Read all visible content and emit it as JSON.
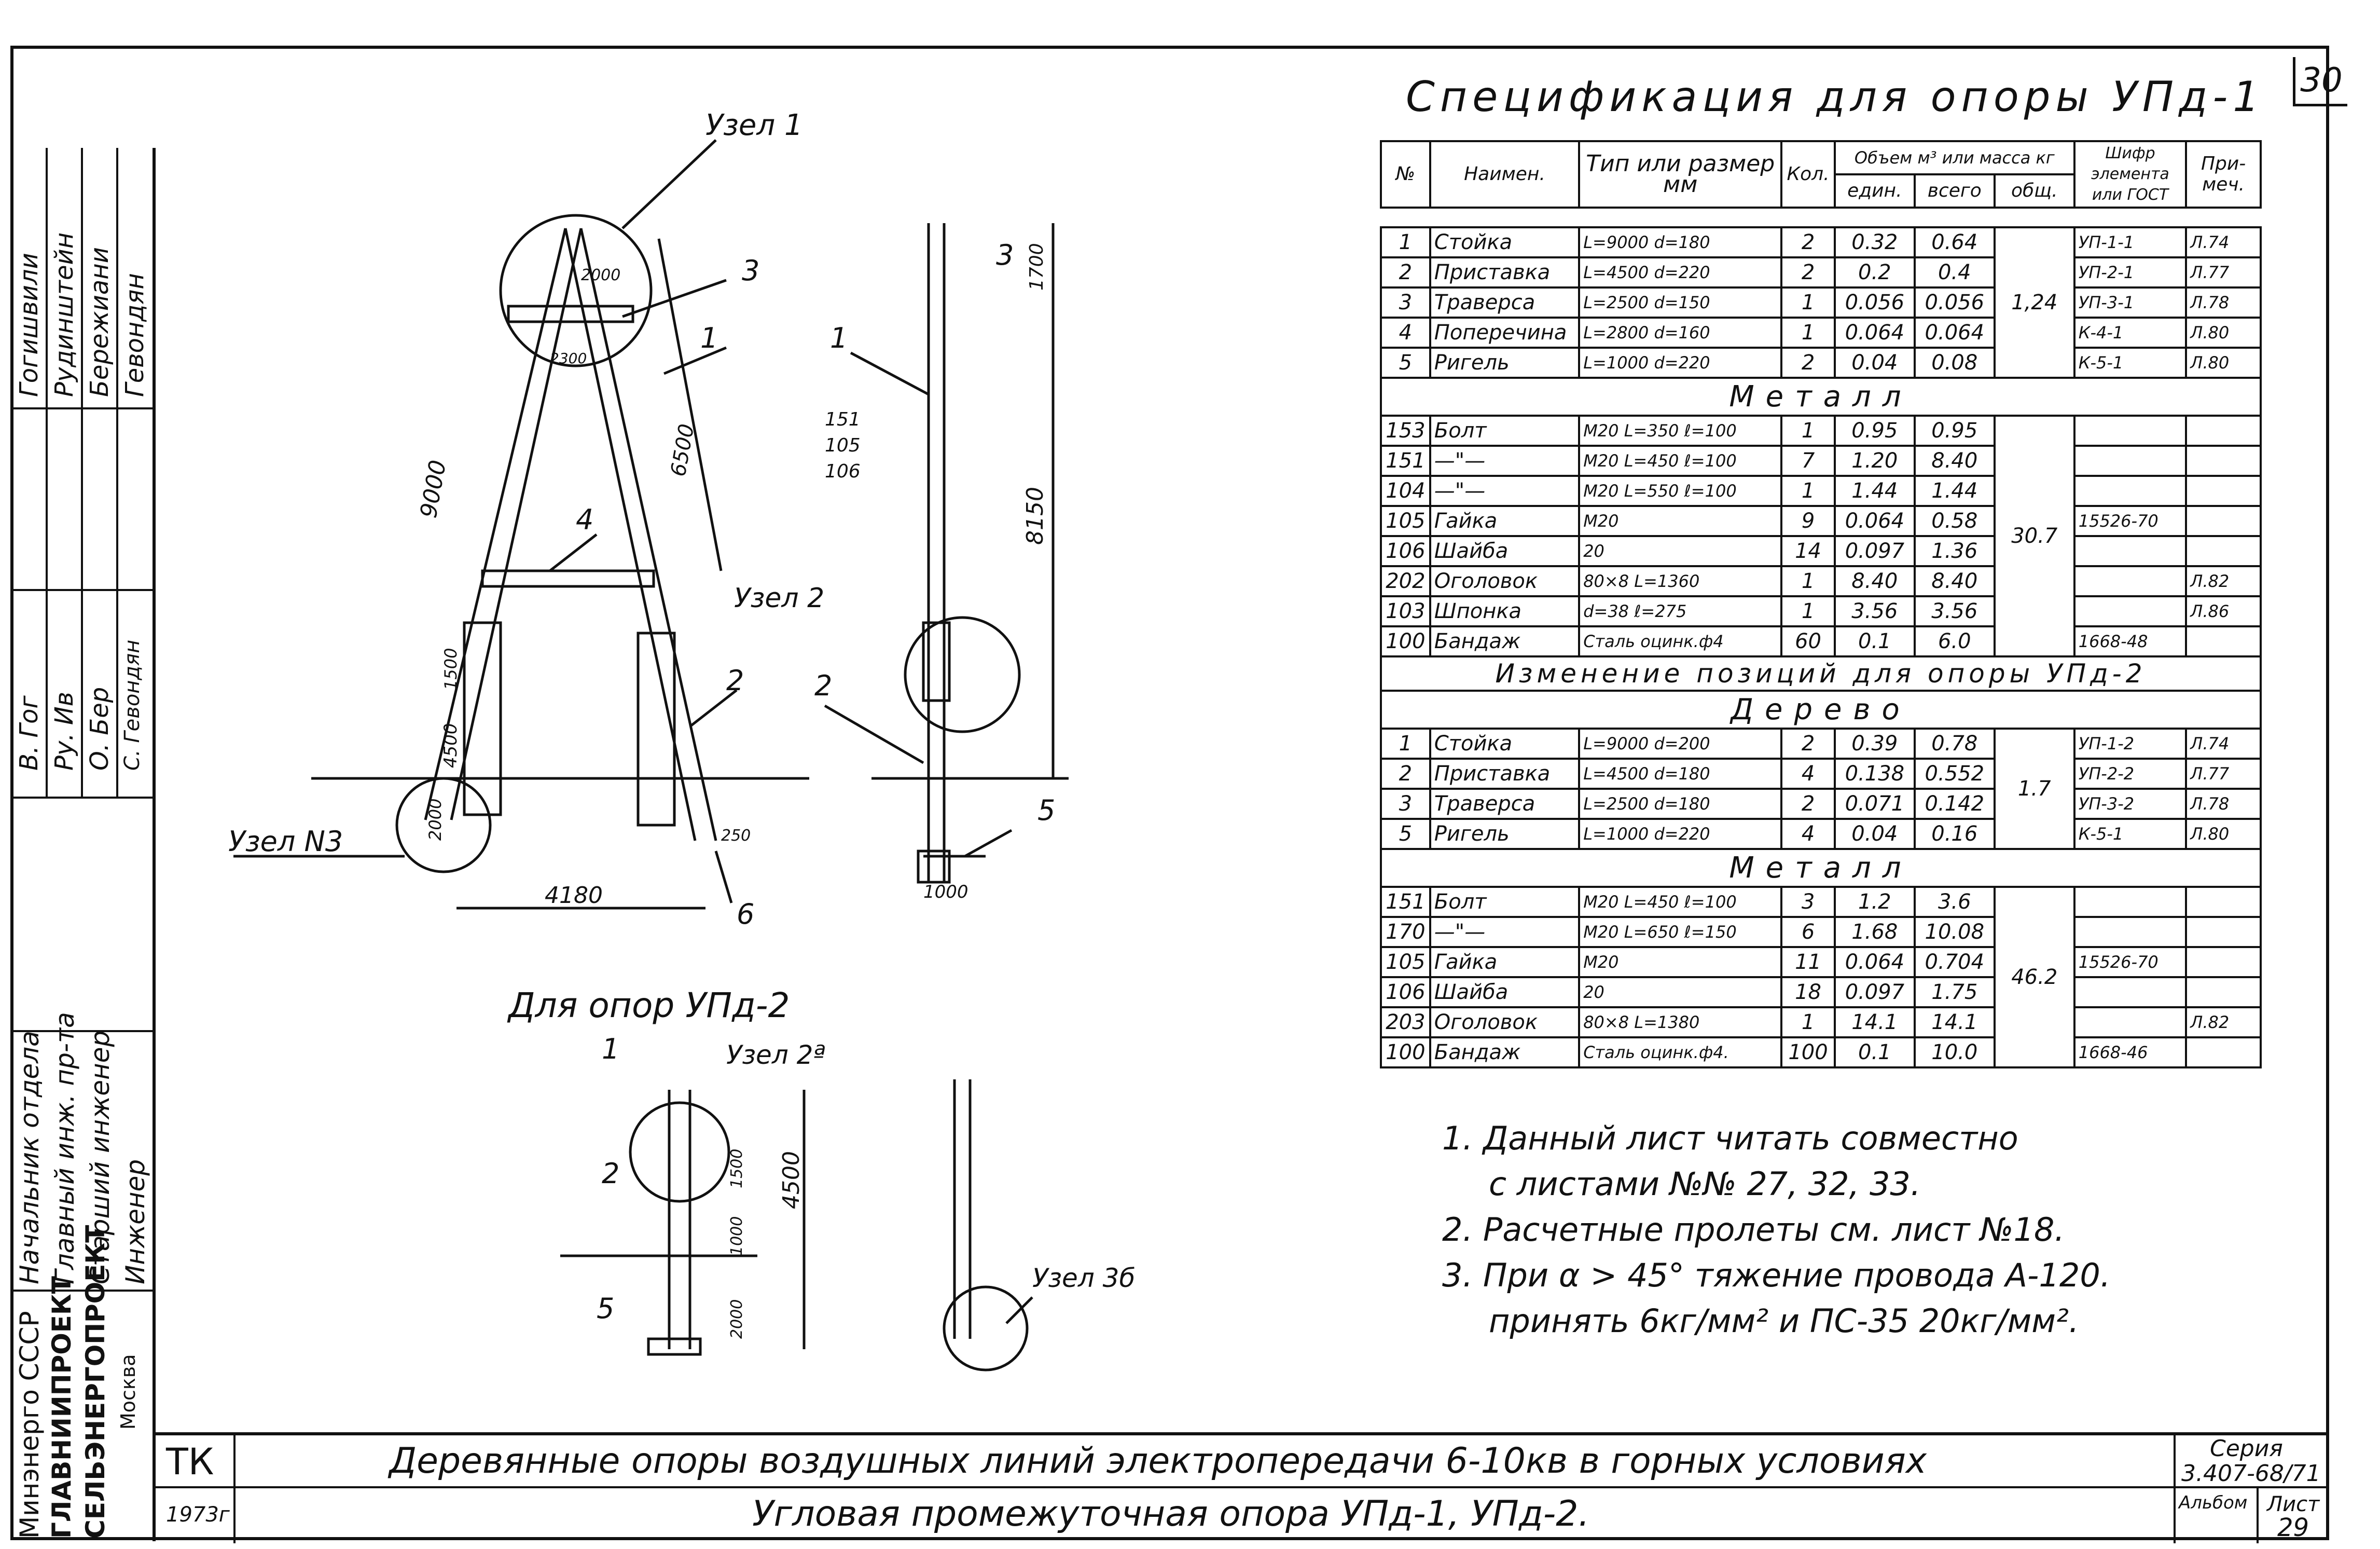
{
  "sheet_number_corner": "30",
  "page_title": "Спецификация для опоры УПд-1",
  "table": {
    "headers": {
      "no": "№",
      "name": "Наимен.",
      "type": "Тип или размер мм",
      "qty": "Кол.",
      "volume_group": "Объем м³ или масса кг",
      "unit": "един.",
      "total": "всего",
      "general": "общ.",
      "cipher": "Шифр элемента или ГОСТ",
      "note": "При-меч."
    },
    "wood_rows": [
      {
        "no": "1",
        "name": "Стойка",
        "type": "L=9000 d=180",
        "qty": "2",
        "unit": "0.32",
        "total": "0.64",
        "cipher": "УП-1-1",
        "note": "Л.74"
      },
      {
        "no": "2",
        "name": "Приставка",
        "type": "L=4500 d=220",
        "qty": "2",
        "unit": "0.2",
        "total": "0.4",
        "cipher": "УП-2-1",
        "note": "Л.77"
      },
      {
        "no": "3",
        "name": "Траверса",
        "type": "L=2500 d=150",
        "qty": "1",
        "unit": "0.056",
        "total": "0.056",
        "cipher": "УП-3-1",
        "note": "Л.78"
      },
      {
        "no": "4",
        "name": "Поперечина",
        "type": "L=2800 d=160",
        "qty": "1",
        "unit": "0.064",
        "total": "0.064",
        "cipher": "К-4-1",
        "note": "Л.80"
      },
      {
        "no": "5",
        "name": "Ригель",
        "type": "L=1000 d=220",
        "qty": "2",
        "unit": "0.04",
        "total": "0.08",
        "cipher": "К-5-1",
        "note": "Л.80"
      }
    ],
    "wood_general": "1,24",
    "metal_title": "Металл",
    "metal_rows": [
      {
        "no": "153",
        "name": "Болт",
        "type": "M20 L=350 ℓ=100",
        "qty": "1",
        "unit": "0.95",
        "total": "0.95",
        "cipher": "",
        "note": ""
      },
      {
        "no": "151",
        "name": "—\"—",
        "type": "M20 L=450 ℓ=100",
        "qty": "7",
        "unit": "1.20",
        "total": "8.40",
        "cipher": "",
        "note": ""
      },
      {
        "no": "104",
        "name": "—\"—",
        "type": "M20 L=550 ℓ=100",
        "qty": "1",
        "unit": "1.44",
        "total": "1.44",
        "cipher": "",
        "note": ""
      },
      {
        "no": "105",
        "name": "Гайка",
        "type": "M20",
        "qty": "9",
        "unit": "0.064",
        "total": "0.58",
        "cipher": "15526-70",
        "note": ""
      },
      {
        "no": "106",
        "name": "Шайба",
        "type": "20",
        "qty": "14",
        "unit": "0.097",
        "total": "1.36",
        "cipher": "",
        "note": ""
      },
      {
        "no": "202",
        "name": "Оголовок",
        "type": "80×8 L=1360",
        "qty": "1",
        "unit": "8.40",
        "total": "8.40",
        "cipher": "",
        "note": "Л.82"
      },
      {
        "no": "103",
        "name": "Шпонка",
        "type": "d=38 ℓ=275",
        "qty": "1",
        "unit": "3.56",
        "total": "3.56",
        "cipher": "",
        "note": "Л.86"
      },
      {
        "no": "100",
        "name": "Бандаж",
        "type": "Сталь оцинк.ф4",
        "qty": "60",
        "unit": "0.1",
        "total": "6.0",
        "cipher": "1668-48",
        "note": ""
      }
    ],
    "metal_general": "30.7",
    "change_title": "Изменение позиций для опоры УПд-2",
    "wood2_title": "Дерево",
    "wood2_rows": [
      {
        "no": "1",
        "name": "Стойка",
        "type": "L=9000 d=200",
        "qty": "2",
        "unit": "0.39",
        "total": "0.78",
        "cipher": "УП-1-2",
        "note": "Л.74"
      },
      {
        "no": "2",
        "name": "Приставка",
        "type": "L=4500 d=180",
        "qty": "4",
        "unit": "0.138",
        "total": "0.552",
        "cipher": "УП-2-2",
        "note": "Л.77"
      },
      {
        "no": "3",
        "name": "Траверса",
        "type": "L=2500 d=180",
        "qty": "2",
        "unit": "0.071",
        "total": "0.142",
        "cipher": "УП-3-2",
        "note": "Л.78"
      },
      {
        "no": "5",
        "name": "Ригель",
        "type": "L=1000 d=220",
        "qty": "4",
        "unit": "0.04",
        "total": "0.16",
        "cipher": "К-5-1",
        "note": "Л.80"
      }
    ],
    "wood2_general": "1.7",
    "metal2_title": "Металл",
    "metal2_rows": [
      {
        "no": "151",
        "name": "Болт",
        "type": "M20 L=450 ℓ=100",
        "qty": "3",
        "unit": "1.2",
        "total": "3.6",
        "cipher": "",
        "note": ""
      },
      {
        "no": "170",
        "name": "—\"—",
        "type": "M20 L=650 ℓ=150",
        "qty": "6",
        "unit": "1.68",
        "total": "10.08",
        "cipher": "",
        "note": ""
      },
      {
        "no": "105",
        "name": "Гайка",
        "type": "M20",
        "qty": "11",
        "unit": "0.064",
        "total": "0.704",
        "cipher": "15526-70",
        "note": ""
      },
      {
        "no": "106",
        "name": "Шайба",
        "type": "20",
        "qty": "18",
        "unit": "0.097",
        "total": "1.75",
        "cipher": "",
        "note": ""
      },
      {
        "no": "203",
        "name": "Оголовок",
        "type": "80×8 L=1380",
        "qty": "1",
        "unit": "14.1",
        "total": "14.1",
        "cipher": "",
        "note": "Л.82"
      },
      {
        "no": "100",
        "name": "Бандаж",
        "type": "Сталь оцинк.ф4.",
        "qty": "100",
        "unit": "0.1",
        "total": "10.0",
        "cipher": "1668-46",
        "note": ""
      }
    ],
    "metal2_general": "46.2"
  },
  "notes": [
    "1. Данный лист читать совместно",
    "с листами №№ 27, 32, 33.",
    "2. Расчетные пролеты см. лист №18.",
    "3. При α > 45° тяжение провода А-120.",
    "принять 6кг/мм² и ПС-35 20кг/мм²."
  ],
  "drawing": {
    "labels": {
      "node1": "Узел 1",
      "node2": "Узел 2",
      "node3": "Узел N3",
      "node2a": "Узел 2ª",
      "node3b": "Узел 3б",
      "for_upd2": "Для опор УПд-2",
      "p1": "1",
      "p2": "2",
      "p3": "3",
      "p4": "4",
      "p5": "5",
      "p6": "6",
      "b151": "151",
      "b105": "105",
      "b106": "106"
    },
    "dims": {
      "d9000": "9000",
      "d6500": "6500",
      "d2000": "2000",
      "d2300": "2300",
      "d1500": "1500",
      "d4500": "4500",
      "d2000b": "2000",
      "d4180": "4180",
      "d250": "250",
      "d1700": "1700",
      "d8150": "8150",
      "d1000": "1000",
      "e1500": "1500",
      "e1000": "1000",
      "e4500": "4500",
      "e2000": "2000"
    }
  },
  "sidebar": {
    "names": [
      "Гогишвили",
      "Рудинштейн",
      "Бережиани",
      "Гевондян"
    ],
    "signatures": [
      "В. Гог",
      "Ру. Ив",
      "О. Бер",
      "С. Гевондян"
    ],
    "roles": [
      "Начальник отдела",
      "Главный инж. пр-та",
      "Старший инженер",
      "Инженер"
    ],
    "org": [
      "Минэнерго СССР",
      "ГЛАВНИИПРОЕКТ",
      "СЕЛЬЭНЕРГОПРОЕКТ",
      "Москва"
    ]
  },
  "title_block": {
    "code": "ТК",
    "year": "1973г",
    "title1": "Деревянные опоры воздушных линий электропередачи 6-10кв в горных условиях",
    "title2": "Угловая промежуточная опора УПд-1, УПд-2.",
    "series_label": "Серия",
    "series": "3.407-68/71",
    "album_label": "Альбом",
    "sheet_label": "Лист",
    "sheet": "29"
  }
}
